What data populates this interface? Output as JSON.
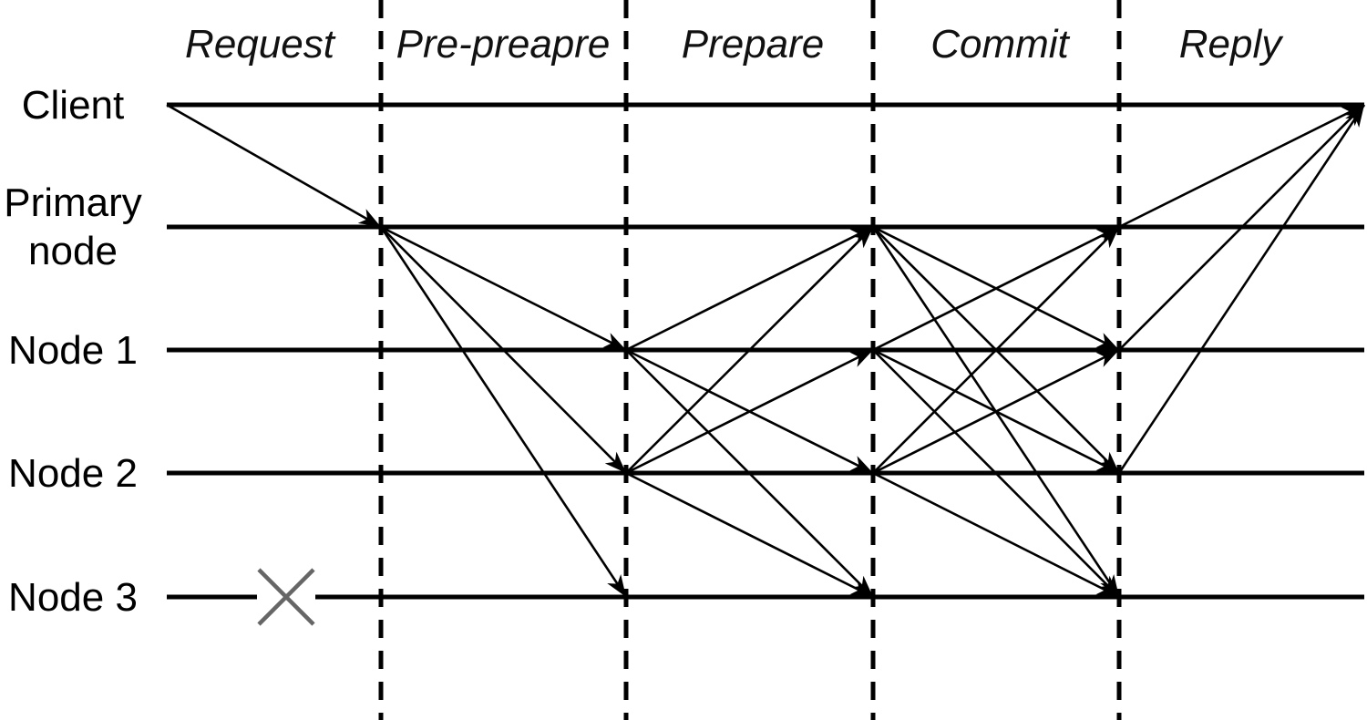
{
  "phases": [
    "Request",
    "Pre-preapre",
    "Prepare",
    "Commit",
    "Reply"
  ],
  "nodes": [
    {
      "id": "client",
      "lines": [
        "Client"
      ]
    },
    {
      "id": "primary",
      "lines": [
        "Primary",
        "node"
      ]
    },
    {
      "id": "node1",
      "lines": [
        "Node 1"
      ]
    },
    {
      "id": "node2",
      "lines": [
        "Node 2"
      ]
    },
    {
      "id": "node3",
      "lines": [
        "Node 3"
      ]
    }
  ],
  "faulty_node": "node3",
  "fault_marker": "cross-icon",
  "messages": [
    {
      "phase": "Request",
      "from": "client",
      "to": [
        "primary"
      ]
    },
    {
      "phase": "Pre-preapre",
      "from": "primary",
      "to": [
        "node1",
        "node2",
        "node3"
      ]
    },
    {
      "phase": "Prepare",
      "from": "node1",
      "to": [
        "primary",
        "node2",
        "node3"
      ]
    },
    {
      "phase": "Prepare",
      "from": "node2",
      "to": [
        "primary",
        "node1",
        "node3"
      ]
    },
    {
      "phase": "Commit",
      "from": "primary",
      "to": [
        "node1",
        "node2",
        "node3"
      ]
    },
    {
      "phase": "Commit",
      "from": "node1",
      "to": [
        "primary",
        "node2",
        "node3"
      ]
    },
    {
      "phase": "Commit",
      "from": "node2",
      "to": [
        "primary",
        "node1",
        "node3"
      ]
    },
    {
      "phase": "Reply",
      "from": "primary",
      "to": [
        "client"
      ]
    },
    {
      "phase": "Reply",
      "from": "node1",
      "to": [
        "client"
      ]
    },
    {
      "phase": "Reply",
      "from": "node2",
      "to": [
        "client"
      ]
    }
  ],
  "colors": {
    "line": "#000000",
    "fault_marker": "#666666",
    "background": "#ffffff"
  }
}
